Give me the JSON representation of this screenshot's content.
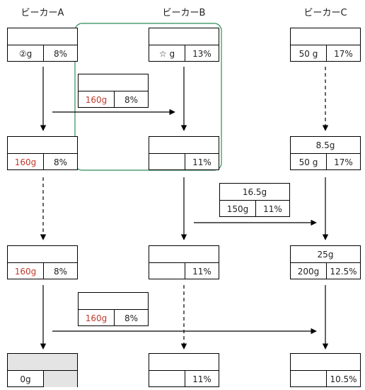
{
  "headers": {
    "a": "ビーカーA",
    "b": "ビーカーB",
    "c": "ビーカーC"
  },
  "boxes": {
    "a1": {
      "top": "",
      "left": "②g",
      "right": "8%"
    },
    "b1": {
      "top": "",
      "left": "☆ g",
      "right": "13%"
    },
    "c1": {
      "top": "",
      "left": "50 g",
      "right": "17%"
    },
    "t1": {
      "top": "",
      "left": "160g",
      "right": "8%"
    },
    "a2": {
      "top": "",
      "left": "160g",
      "right": "8%"
    },
    "b2": {
      "top": "",
      "left": "",
      "right": "11%"
    },
    "c2": {
      "top": "8.5g",
      "left": "50 g",
      "right": "17%"
    },
    "t2": {
      "top": "16.5g",
      "left": "150g",
      "right": "11%"
    },
    "a3": {
      "top": "",
      "left": "160g",
      "right": "8%"
    },
    "b3": {
      "top": "",
      "left": "",
      "right": "11%"
    },
    "c3": {
      "top": "25g",
      "left": "200g",
      "right": "12.5%"
    },
    "t3": {
      "top": "",
      "left": "160g",
      "right": "8%"
    },
    "a4": {
      "top": "",
      "left": "0g",
      "right": ""
    },
    "b4": {
      "top": "",
      "left": "",
      "right": "11%"
    },
    "c4": {
      "top": "",
      "left": "",
      "right": "10.5%"
    }
  },
  "colors": {
    "highlight": "#c0392b",
    "group_border": "#2e8b57",
    "empty_fill": "#e4e4e4"
  }
}
